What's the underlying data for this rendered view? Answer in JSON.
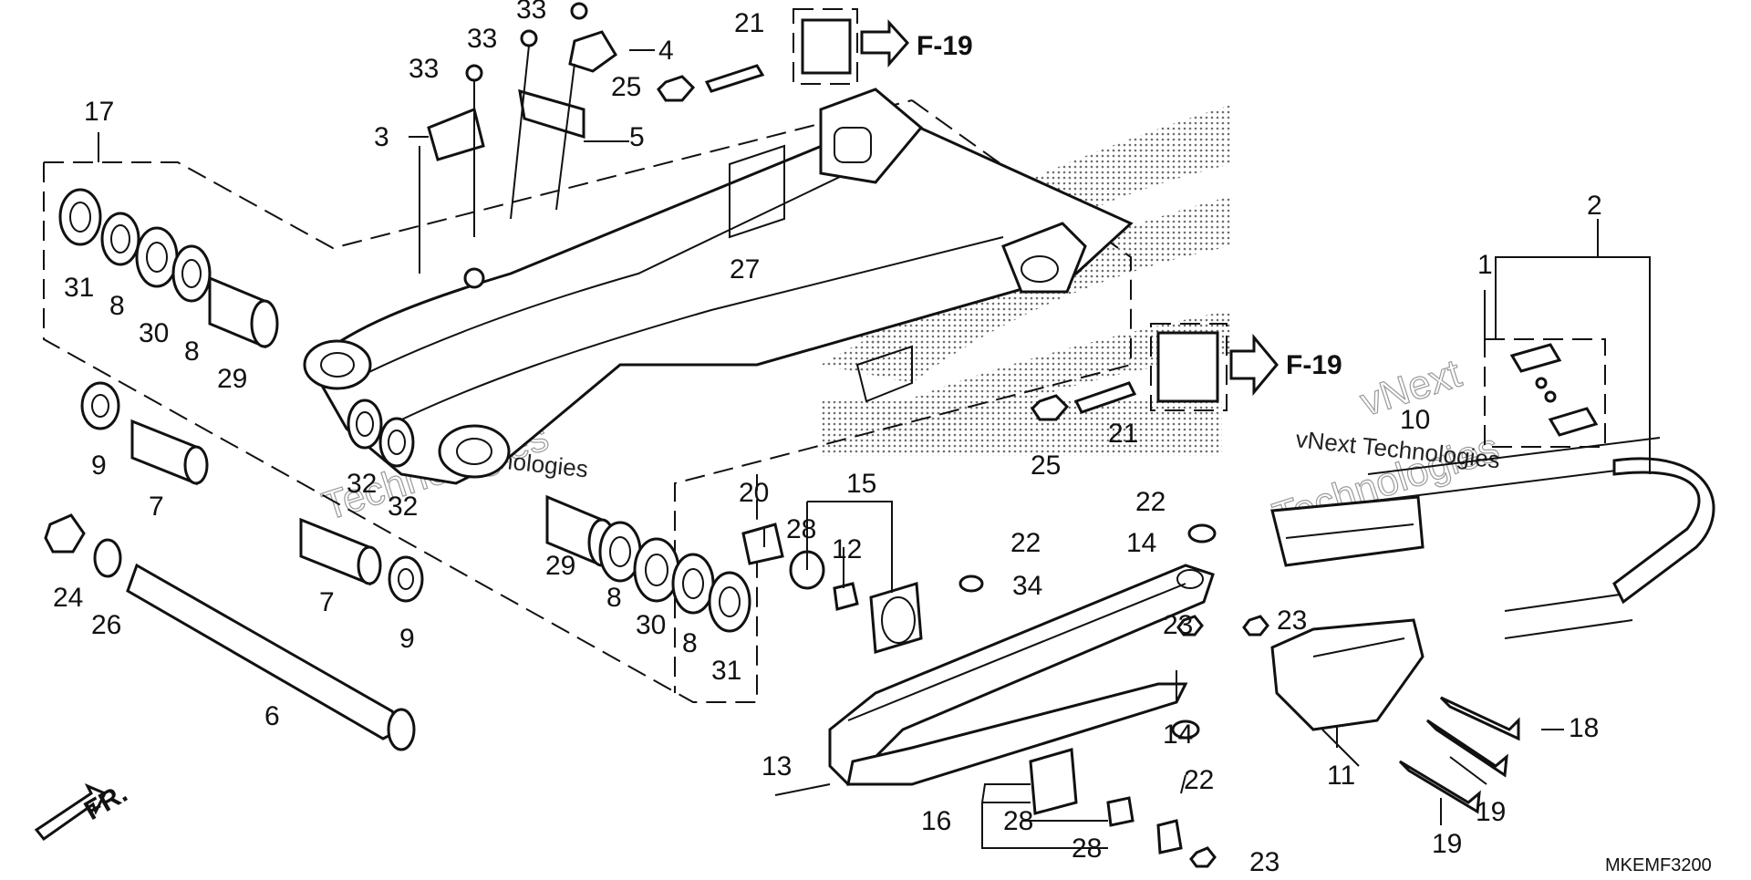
{
  "diagram": {
    "code": "MKEMF3200",
    "front_label": "FR.",
    "refs": [
      "F-19",
      "F-19"
    ],
    "watermarks": [
      "vNext",
      "Technologies",
      "vNext",
      "Technologies"
    ],
    "watermark_lines": [
      "vNext Technologies",
      "vNext Technologies"
    ],
    "callouts": {
      "c1": "1",
      "c2": "2",
      "c3": "3",
      "c4": "4",
      "c5": "5",
      "c6": "6",
      "c7a": "7",
      "c7b": "7",
      "c8a": "8",
      "c8b": "8",
      "c8c": "8",
      "c8d": "8",
      "c9a": "9",
      "c9b": "9",
      "c10": "10",
      "c11": "11",
      "c12": "12",
      "c13": "13",
      "c14a": "14",
      "c14b": "14",
      "c15": "15",
      "c16": "16",
      "c17": "17",
      "c18": "18",
      "c19a": "19",
      "c19b": "19",
      "c20": "20",
      "c21a": "21",
      "c21b": "21",
      "c22a": "22",
      "c22b": "22",
      "c22c": "22",
      "c23a": "23",
      "c23b": "23",
      "c23c": "23",
      "c24": "24",
      "c25a": "25",
      "c25b": "25",
      "c26": "26",
      "c27": "27",
      "c28a": "28",
      "c28b": "28",
      "c28c": "28",
      "c29a": "29",
      "c29b": "29",
      "c30a": "30",
      "c30b": "30",
      "c31a": "31",
      "c31b": "31",
      "c32a": "32",
      "c32b": "32",
      "c33a": "33",
      "c33b": "33",
      "c33c": "33",
      "c34": "34"
    }
  }
}
